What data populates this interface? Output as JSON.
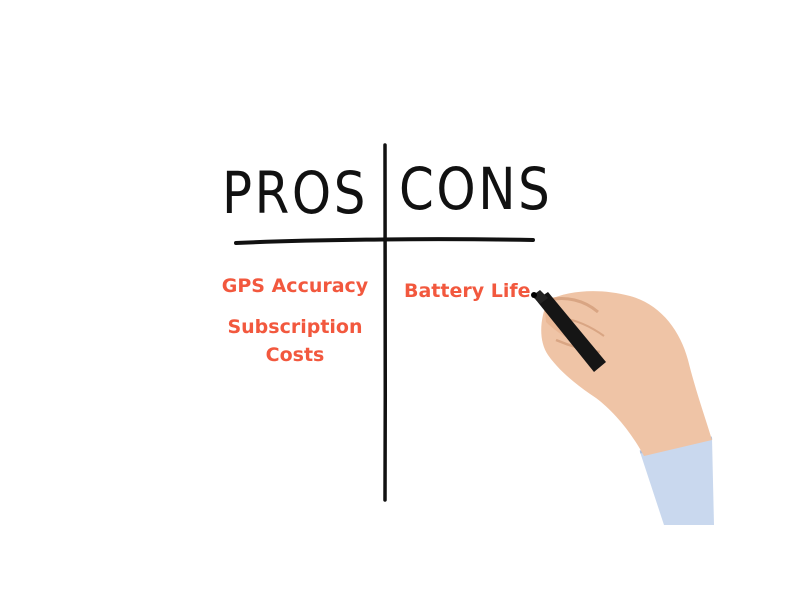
{
  "headings": {
    "pros": "PROS",
    "cons": "CONS"
  },
  "pros": [
    "GPS Accuracy",
    "Subscription Costs"
  ],
  "cons": [
    "Battery Life"
  ],
  "colors": {
    "ink": "#111111",
    "item_text": "#f2583e",
    "skin": "#efc4a6",
    "sleeve": "#c9d8ee",
    "marker": "#151515"
  },
  "icons": {
    "hand": "hand-with-marker-icon"
  }
}
